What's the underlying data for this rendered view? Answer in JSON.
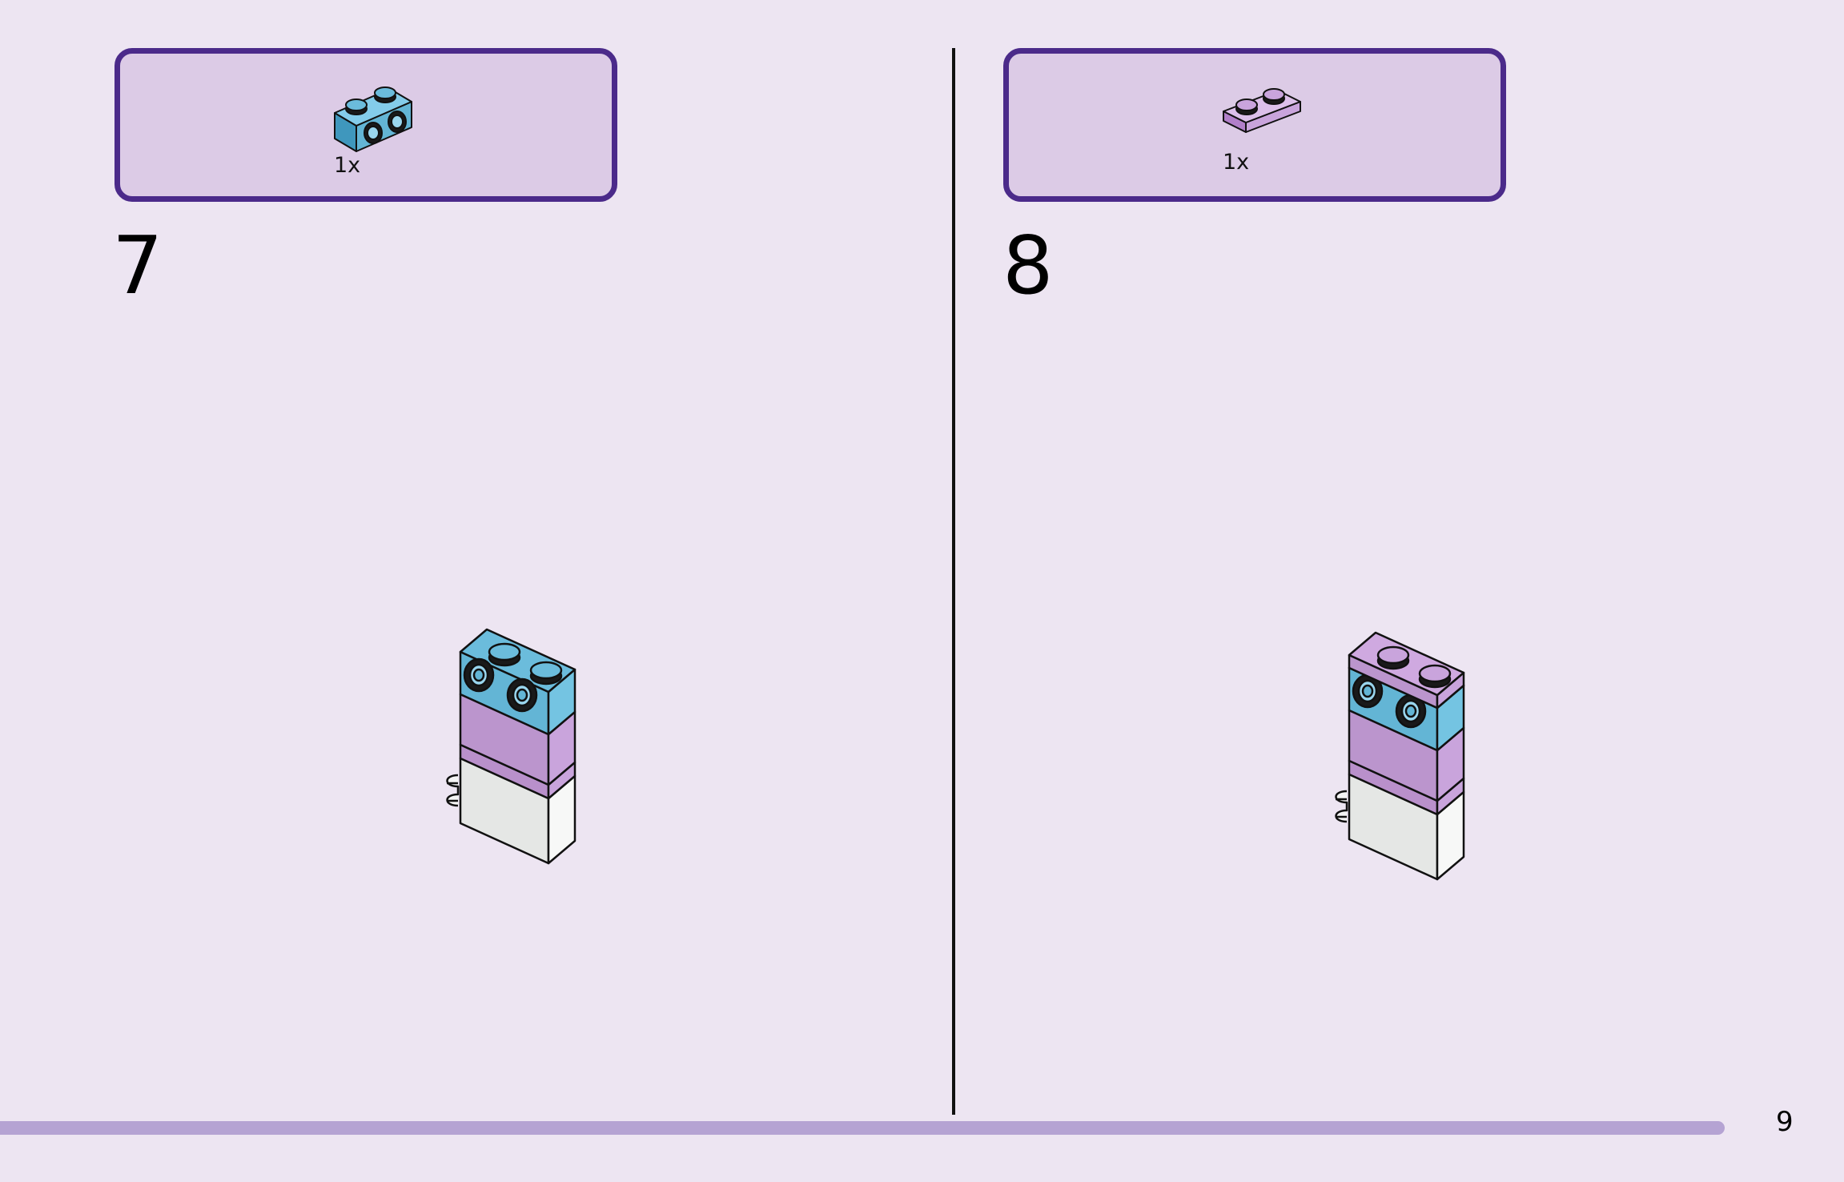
{
  "steps": [
    {
      "number": "7",
      "part": {
        "quantity": "1x",
        "icon": "light-blue-1x2-brick-with-side-studs-icon",
        "color": "#63b5d5"
      }
    },
    {
      "number": "8",
      "part": {
        "quantity": "1x",
        "icon": "lavender-1x2-plate-icon",
        "color": "#c9a4dc"
      }
    }
  ],
  "page_number": "9",
  "colors": {
    "background": "#ede5f2",
    "parts_box_fill": "#dccbe6",
    "parts_box_border": "#4b2a8a",
    "footer_bar": "#b5a3d3",
    "light_blue": "#63b5d5",
    "lavender": "#c9a4dc",
    "white": "#f2f4f2"
  }
}
